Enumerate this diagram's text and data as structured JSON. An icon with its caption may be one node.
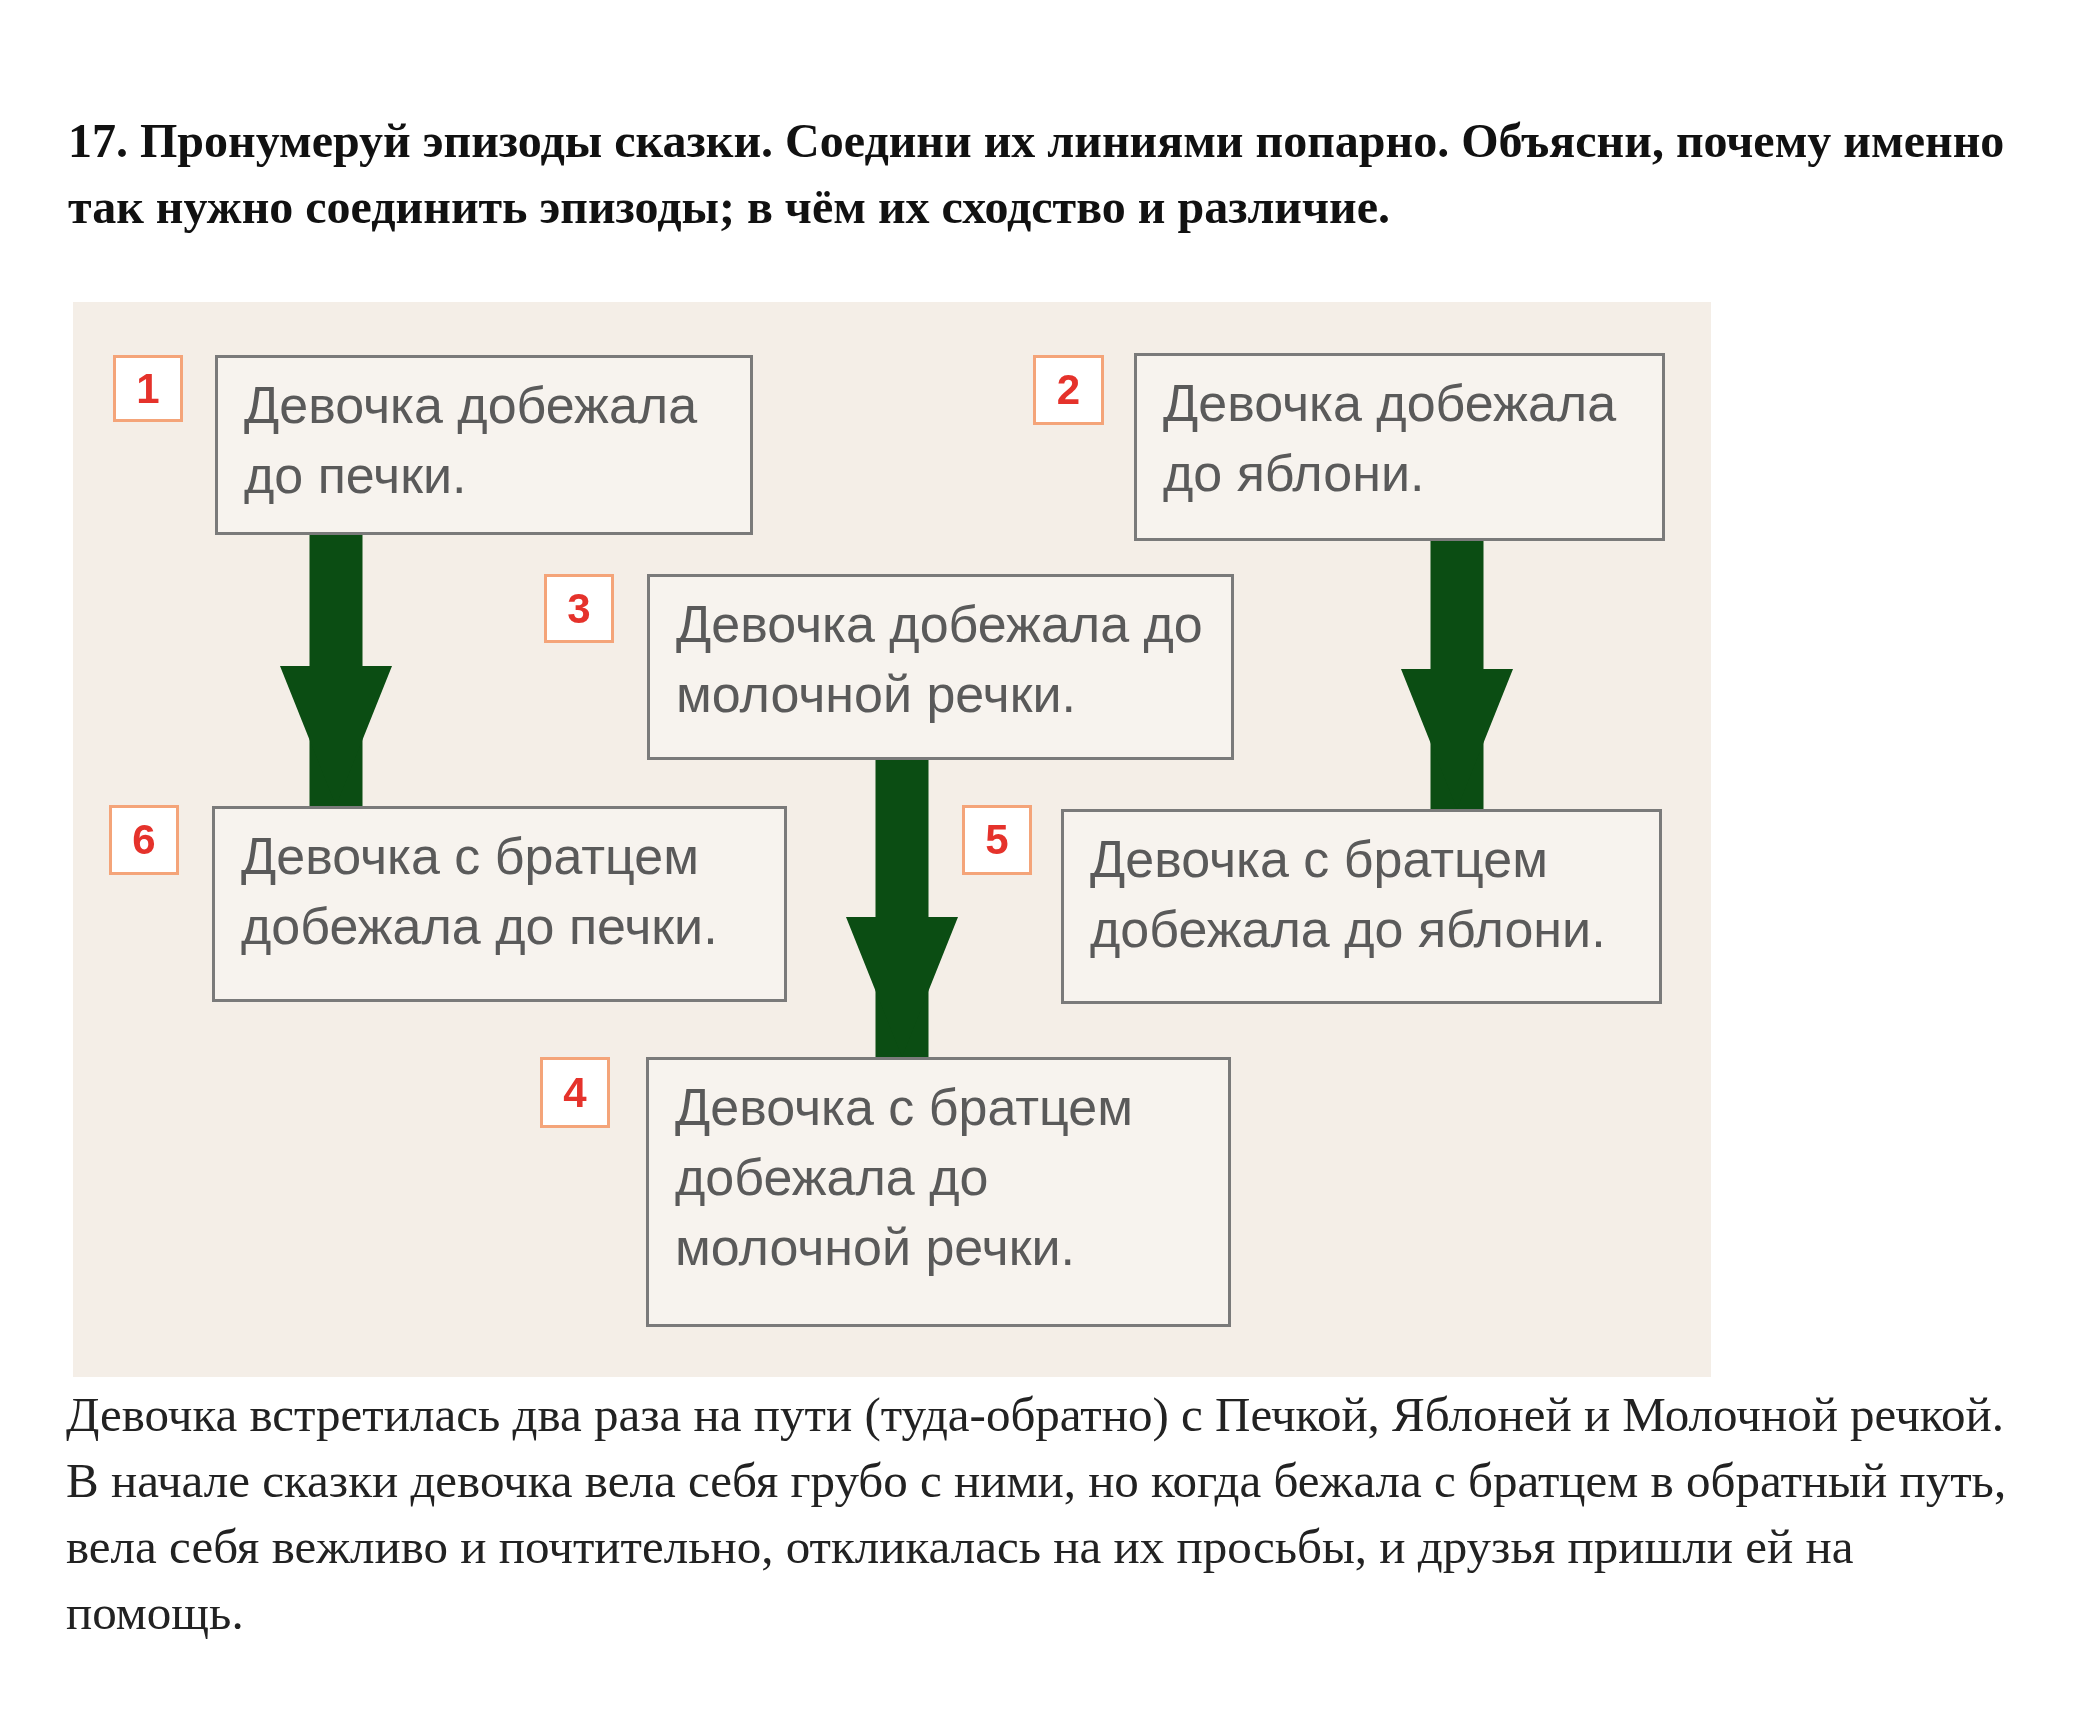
{
  "diagram": {
    "title": "17. Пронумеруй эпизоды сказки. Соедини их линиями попарно. Объясни, почему именно так нужно соединить эпизоды; в чём их сходство и различие.",
    "nodes": [
      {
        "text": [
          "1"
        ]
      },
      {
        "text": [
          "Девочка добежала до печки."
        ]
      },
      {
        "text": [
          "2"
        ]
      },
      {
        "text": [
          "Девочка добежала до яблони."
        ]
      },
      {
        "text": [
          "3"
        ]
      },
      {
        "text": [
          "Девочка добежала до молочной речки."
        ]
      },
      {
        "text": [
          "6"
        ]
      },
      {
        "text": [
          "Девочка с братцем добежала до печки."
        ]
      },
      {
        "text": [
          "5"
        ]
      },
      {
        "text": [
          "Девочка с братцем добежала до яблони."
        ]
      },
      {
        "text": [
          "4"
        ]
      },
      {
        "text": [
          "Девочка с братцем добежала до молочной речки."
        ]
      }
    ],
    "edges": [
      {
        "from": 1,
        "to": 7,
        "arrow": "to"
      },
      {
        "from": 3,
        "to": 9,
        "arrow": "to"
      },
      {
        "from": 5,
        "to": 11,
        "arrow": "to"
      }
    ],
    "caption": "Девочка встретилась два раза на пути (туда-обратно) с Печкой, Яблоней и Молочной речкой. В начале сказки девочка вела себя грубо с ними, но когда бежала с братцем в обратный путь, вела себя вежливо и почтительно, откликалась на их просьбы, и друзья пришли ей на помощь."
  }
}
